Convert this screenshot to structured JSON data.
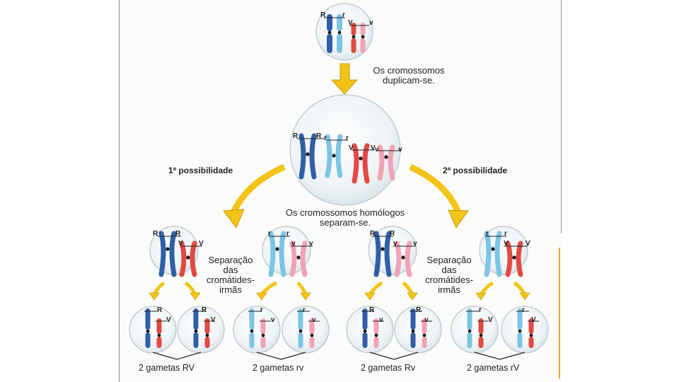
{
  "labels": {
    "duplicate": "Os cromossomos duplicam-se.",
    "duplicate_line1": "Os cromossomos",
    "duplicate_line2": "duplicam-se.",
    "possibility1": "1ª possibilidade",
    "possibility2": "2ª possibilidade",
    "homologous_line1": "Os cromossomos homólogos",
    "homologous_line2": "separam-se.",
    "separation_line1": "Separação",
    "separation_line2": "das",
    "separation_line3": "cromátides-",
    "separation_line4": "irmãs"
  },
  "gametes": [
    "2 gametas RV",
    "2 gametas rv",
    "2 gametas Rv",
    "2 gametas rV"
  ],
  "alleles": {
    "R": "R",
    "r": "r",
    "V": "V",
    "v": "v"
  },
  "colors": {
    "dark_blue": "#2f5fa8",
    "light_blue": "#7cc4e4",
    "red": "#e04a43",
    "pink": "#f2a2b4",
    "arrow": "#f2c417",
    "arrow_stroke": "#b88e00",
    "cell_fill": "#e6eef2",
    "cell_stroke": "#b9c6cc"
  }
}
